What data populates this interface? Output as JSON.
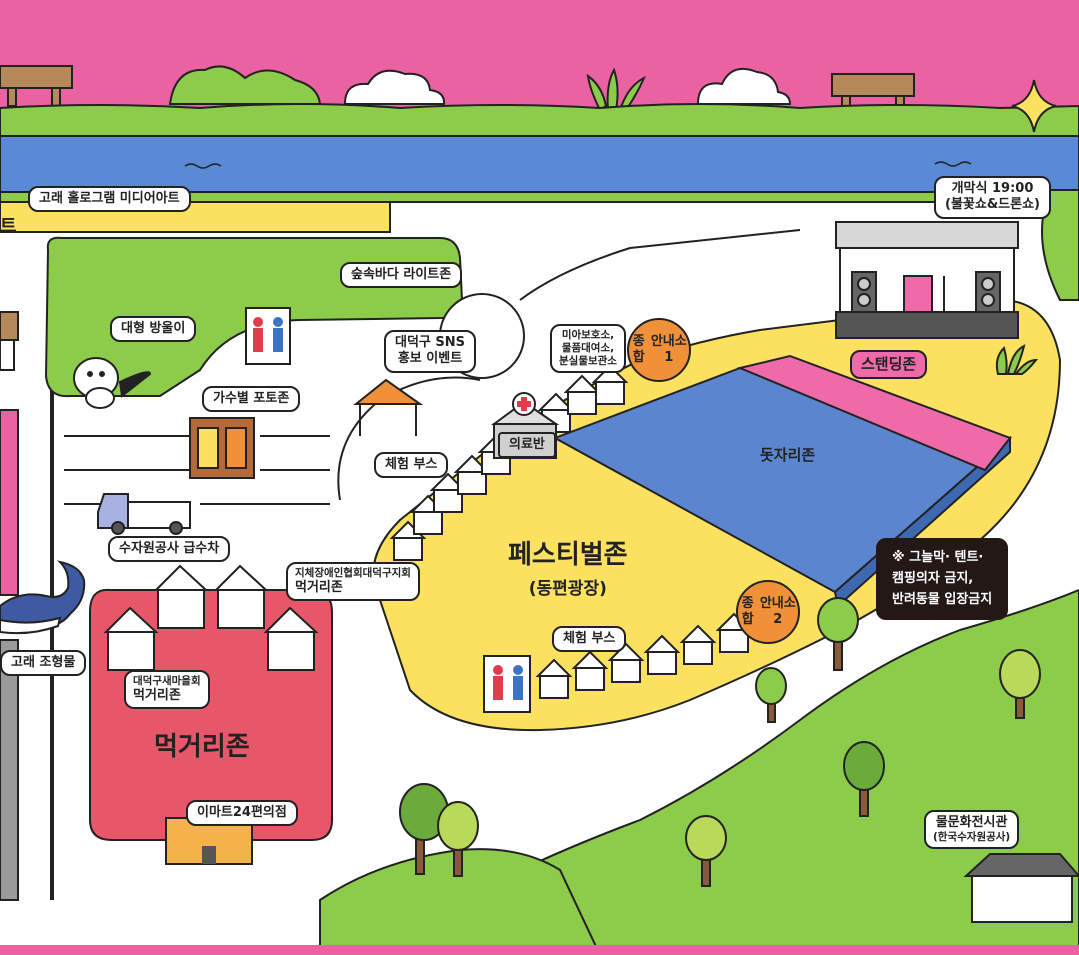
{
  "colors": {
    "sky": "#ea62a2",
    "grass": "#8ccc4a",
    "river": "#5a8ad6",
    "festival_zone": "#fbe15f",
    "food_zone": "#e8566a",
    "seat_zone": "#5b86cf",
    "standing_zone": "#ee6aa8",
    "info_circle": "#f0913a",
    "notice_box": "#231815"
  },
  "labels": {
    "whale_hologram": "고래 홀로그램 미디어아트",
    "forest_sea": "숲속바다 라이트존",
    "big_bell": "대형 방울이",
    "sns_event_line1": "대덕구 SNS",
    "sns_event_line2": "홍보 이벤트",
    "lost_found_line1": "미아보호소,",
    "lost_found_line2": "물품대여소,",
    "lost_found_line3": "분실물보관소",
    "info1": "종합 안내소 1",
    "info2": "종합 안내소 2",
    "opening_line1": "개막식 19:00",
    "opening_line2": "(불꽃쇼&드론쇼)",
    "standing_zone": "스탠딩존",
    "seat_zone": "돗자리존",
    "singer_photo": "가수별 포토존",
    "medical": "의료반",
    "experience_booth_1": "체험 부스",
    "experience_booth_2": "체험 부스",
    "water_truck": "수자원공사 급수차",
    "disabled_assoc_line1": "지체장애인협회대덕구지회",
    "disabled_assoc_line2": "먹거리존",
    "festival_zone": "페스티벌존",
    "festival_zone_sub": "(동편광장)",
    "notice_line1": "※ 그늘막· 텐트·",
    "notice_line2": "캠핑의자 금지,",
    "notice_line3": "반려동물 입장금지",
    "whale_sculpture": "고래 조형물",
    "village_food_line1": "대덕구새마을회",
    "village_food_line2": "먹거리존",
    "food_zone": "먹거리존",
    "emart24": "이마트24편의점",
    "water_museum_line1": "물문화전시관",
    "water_museum_line2": "(한국수자원공사)",
    "edge_fragment": "트"
  },
  "icons": {
    "restroom": "restroom-icon",
    "medical_cross": "medical-cross-icon",
    "star": "sparkle-star-icon",
    "whale": "whale-icon",
    "mascot": "mascot-icon",
    "truck": "water-truck-icon",
    "speaker": "speaker-icon"
  }
}
